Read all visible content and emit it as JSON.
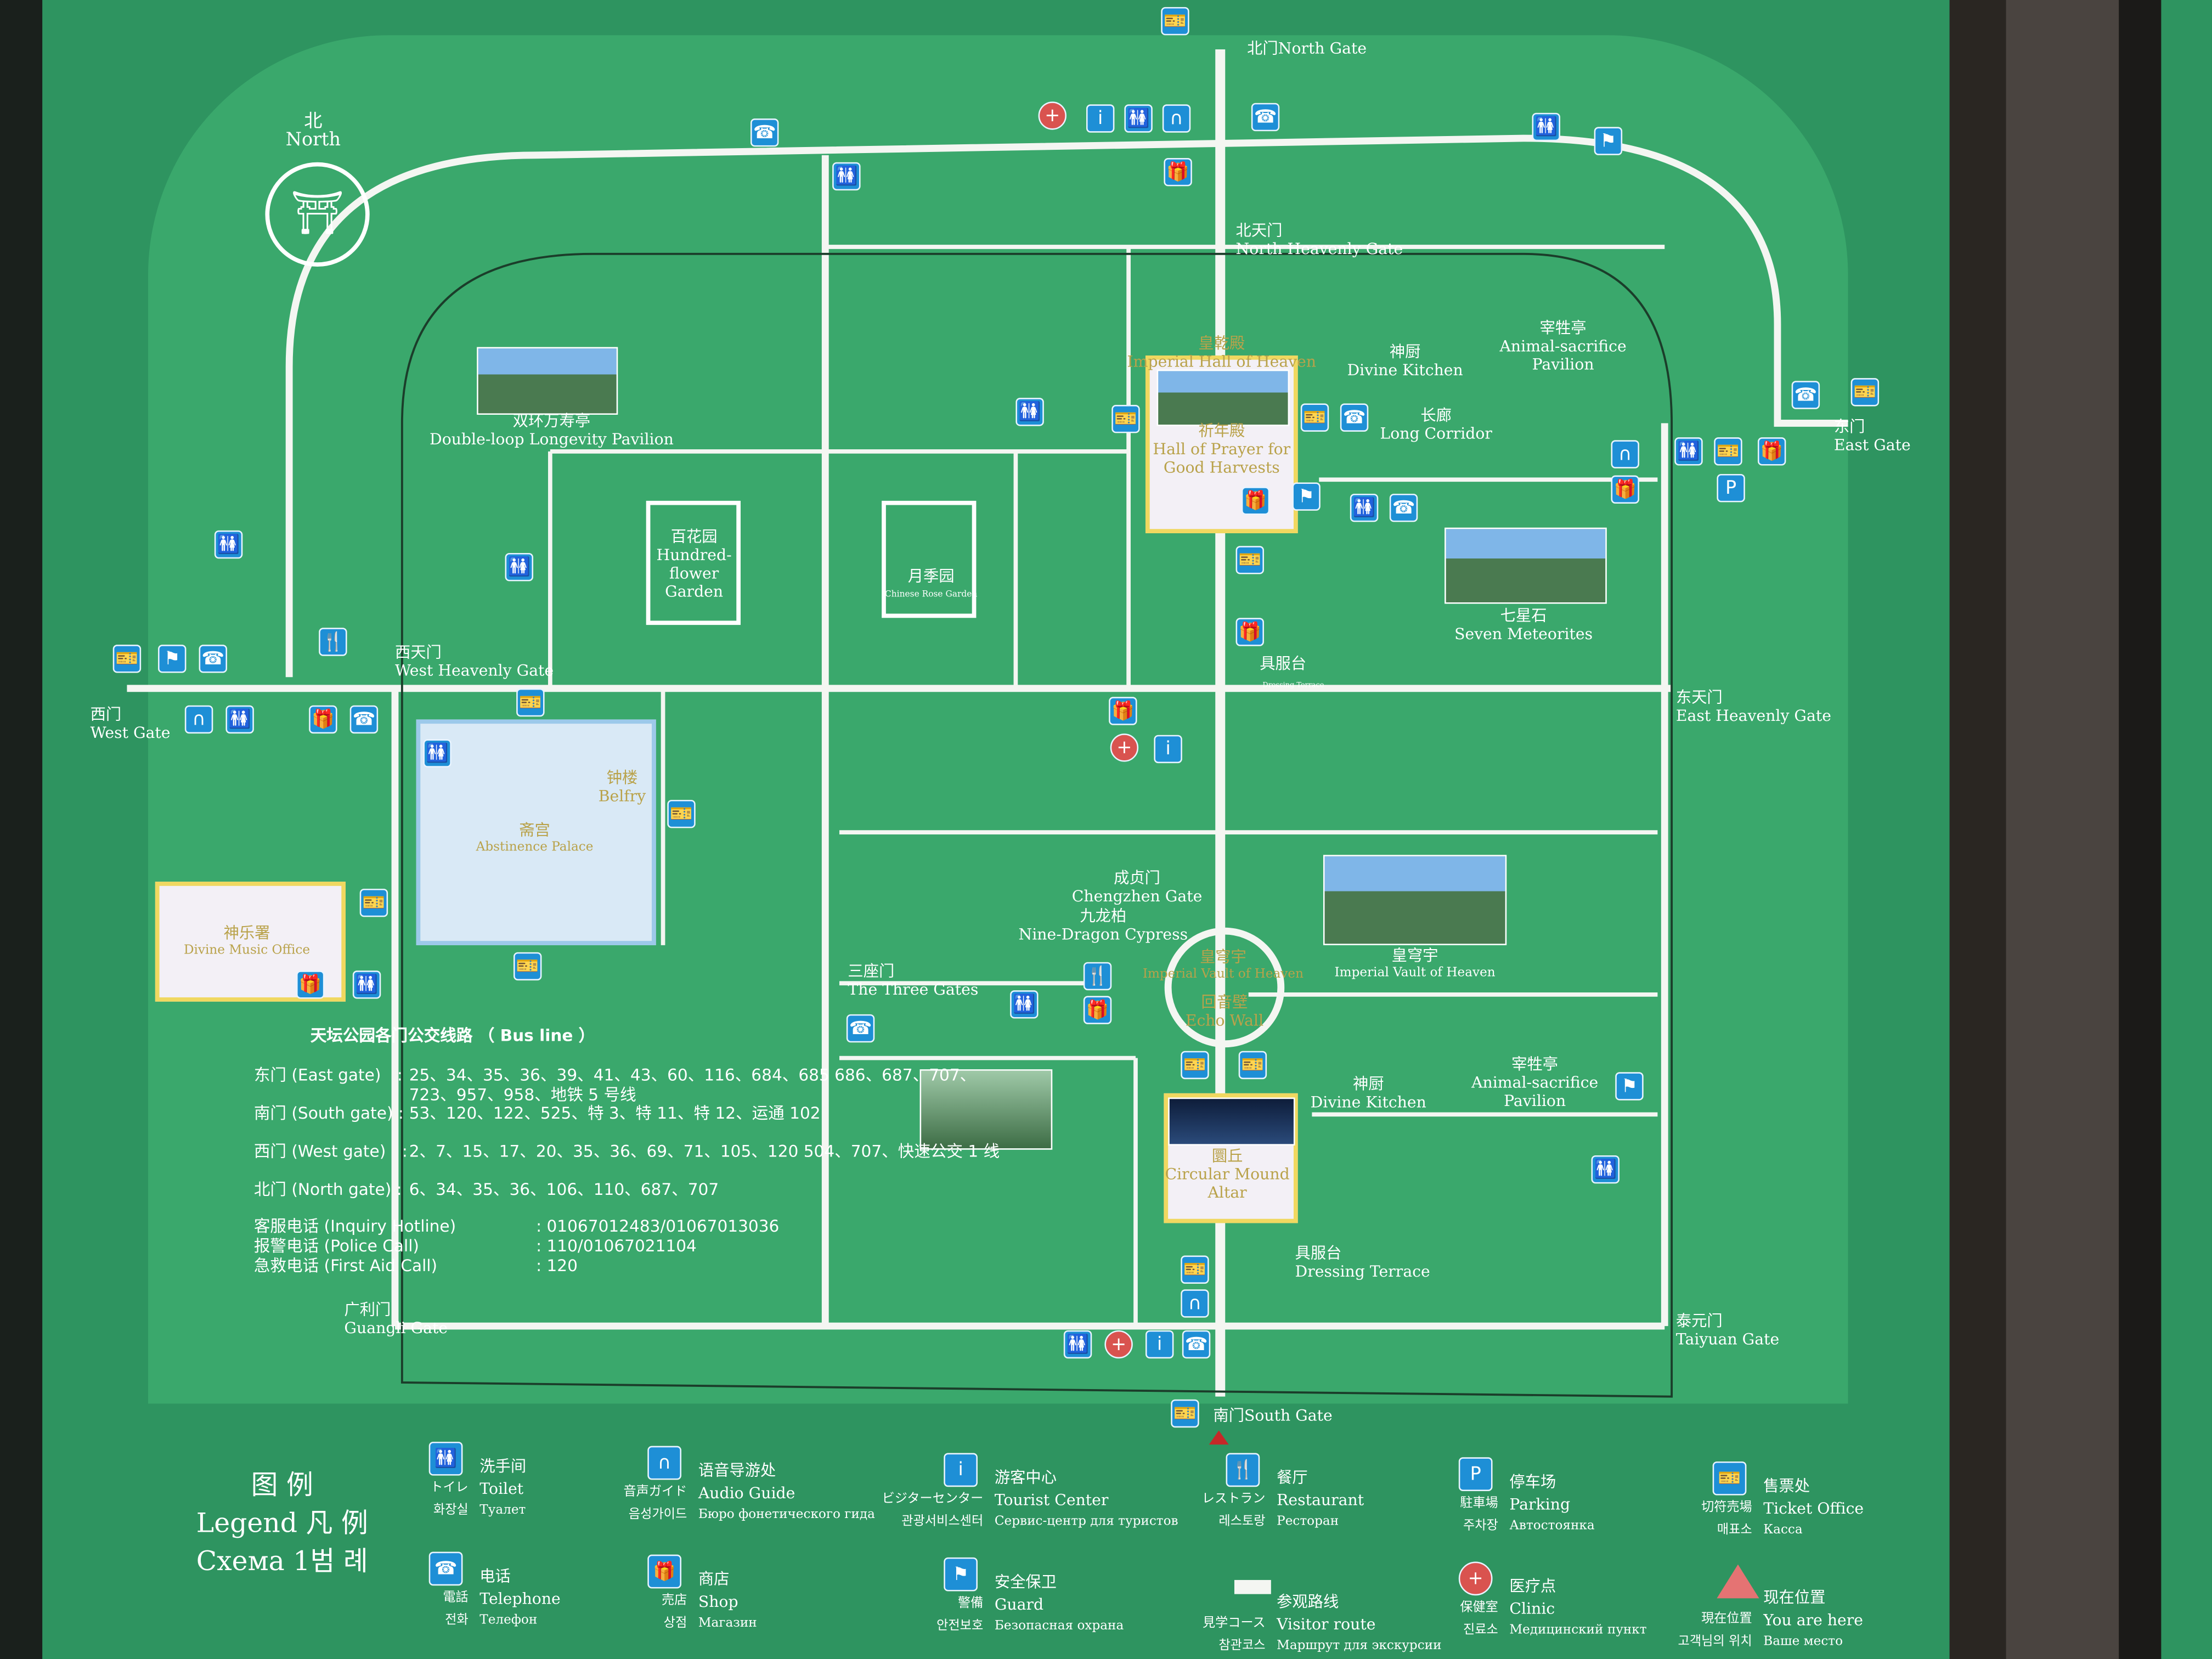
{
  "compass": {
    "cn": "北",
    "en": "North"
  },
  "gates": {
    "north": "北门North Gate",
    "north_heavenly_cn": "北天门",
    "north_heavenly_en": "North Heavenly Gate",
    "east_cn": "东门",
    "east_en": "East Gate",
    "east_heavenly_cn": "东天门",
    "east_heavenly_en": "East Heavenly Gate",
    "west_cn": "西门",
    "west_en": "West Gate",
    "west_heavenly_cn": "西天门",
    "west_heavenly_en": "West Heavenly Gate",
    "south": "南门South Gate",
    "taiyuan_cn": "泰元门",
    "taiyuan_en": "Taiyuan Gate",
    "guangli_cn": "广利门",
    "guangli_en": "Guangli Gate",
    "chengzhen_cn": "成贞门",
    "chengzhen_en": "Chengzhen Gate",
    "three_cn": "三座门",
    "three_en": "The Three Gates"
  },
  "sites": {
    "imperial_hall_cn": "皇乾殿",
    "imperial_hall_en": "Imperial Hall of Heaven",
    "prayer_cn": "祈年殿",
    "prayer_en1": "Hall of Prayer for",
    "prayer_en2": "Good Harvests",
    "divine_kitchen_cn": "神厨",
    "divine_kitchen_en": "Divine Kitchen",
    "animal_cn": "宰牲亭",
    "animal_en1": "Animal-sacrifice",
    "animal_en2": "Pavilion",
    "long_corridor_cn": "长廊",
    "long_corridor_en": "Long Corridor",
    "double_loop_cn": "双环万寿亭",
    "double_loop_en": "Double-loop Longevity Pavilion",
    "flower_cn": "百花园",
    "flower_en": "Hundred-flower Garden",
    "rose_cn": "月季园",
    "rose_en": "Chinese Rose Garden",
    "meteorites_cn": "七星石",
    "meteorites_en": "Seven Meteorites",
    "dressing_cn": "具服台",
    "dressing_en": "Dressing Terrace",
    "belfry_cn": "钟楼",
    "belfry_en": "Belfry",
    "abstinence_cn": "斋宫",
    "abstinence_en": "Abstinence Palace",
    "music_cn": "神乐署",
    "music_en": "Divine Music Office",
    "cypress_cn": "九龙柏",
    "cypress_en": "Nine-Dragon Cypress",
    "vault_cn": "皇穹宇",
    "vault_en": "Imperial Vault of Heaven",
    "echo_cn": "回音壁",
    "echo_en": "Echo Wall",
    "altar_cn": "圜丘",
    "altar_en1": "Circular Mound",
    "altar_en2": "Altar",
    "divine_kitchen2_cn": "神厨",
    "divine_kitchen2_en": "Divine Kitchen",
    "animal2_cn": "宰牲亭",
    "animal2_en1": "Animal-sacrifice",
    "animal2_en2": "Pavilion",
    "dressing2_cn": "具服台",
    "dressing2_en": "Dressing Terrace"
  },
  "bus": {
    "title": "天坛公园各门公交线路 （ Bus line ）",
    "rows": [
      {
        "gate": "东门 (East gate)　:",
        "lines": "25、34、35、36、39、41、43、60、116、684、685 686、687、707、723、957、958、地铁 5 号线"
      },
      {
        "gate": "南门 (South gate) :",
        "lines": "53、120、122、525、特 3、特 11、特 12、运通 102"
      },
      {
        "gate": "西门 (West gate)　:",
        "lines": "2、7、15、17、20、35、36、69、71、105、120 504、707、快速公交 1 线"
      },
      {
        "gate": "北门 (North gate) :",
        "lines": "6、34、35、36、106、110、687、707"
      }
    ],
    "phones": [
      {
        "label": "客服电话 (Inquiry Hotline)",
        "value": ": 01067012483/01067013036"
      },
      {
        "label": "报警电话 (Police Call)",
        "value": ": 110/01067021104"
      },
      {
        "label": "急救电话 (First Aid Call)",
        "value": ": 120"
      }
    ]
  },
  "legend": {
    "title_cn": "图 例",
    "title_en": "Legend  凡 例",
    "title_ru": "Схема 1범 례",
    "items": [
      {
        "icon": "toilet-icon",
        "glyph": "🚻",
        "cn": "洗手间",
        "jp": "トイレ",
        "en": "Toilet",
        "kr": "화장실",
        "ru": "Туалет"
      },
      {
        "icon": "audio-guide-icon",
        "glyph": "∩",
        "cn": "语音导游处",
        "jp": "音声ガイド",
        "en": "Audio Guide",
        "kr": "음성가이드",
        "ru": "Бюро фонетического гида"
      },
      {
        "icon": "info-icon",
        "glyph": "i",
        "cn": "游客中心",
        "jp": "ビジターセンター",
        "en": "Tourist Center",
        "kr": "관광서비스센터",
        "ru": "Сервис-центр для туристов"
      },
      {
        "icon": "restaurant-icon",
        "glyph": "🍴",
        "cn": "餐厅",
        "jp": "レストラン",
        "en": "Restaurant",
        "kr": "레스토랑",
        "ru": "Ресторан"
      },
      {
        "icon": "parking-icon",
        "glyph": "P",
        "cn": "停车场",
        "jp": "駐車場",
        "en": "Parking",
        "kr": "주차장",
        "ru": "Автостоянка"
      },
      {
        "icon": "ticket-icon",
        "glyph": "🎫",
        "cn": "售票处",
        "jp": "切符売場",
        "en": "Ticket Office",
        "kr": "매표소",
        "ru": "Касса"
      },
      {
        "icon": "telephone-icon",
        "glyph": "☎",
        "cn": "电话",
        "jp": "電話",
        "en": "Telephone",
        "kr": "전화",
        "ru": "Телефон"
      },
      {
        "icon": "shop-icon",
        "glyph": "🎁",
        "cn": "商店",
        "jp": "売店",
        "en": "Shop",
        "kr": "상점",
        "ru": "Магазин"
      },
      {
        "icon": "guard-icon",
        "glyph": "⚑",
        "cn": "安全保卫",
        "jp": "警備",
        "en": "Guard",
        "kr": "안전보호",
        "ru": "Безопасная охрана"
      },
      {
        "icon": "visitor-route-icon",
        "glyph": "",
        "cn": "参观路线",
        "jp": "見学コース",
        "en": "Visitor route",
        "kr": "참관코스",
        "ru": "Маршрут для экскурсии"
      },
      {
        "icon": "clinic-icon",
        "glyph": "+",
        "cn": "医疗点",
        "jp": "保健室",
        "en": "Clinic",
        "kr": "진료소",
        "ru": "Медицинский пункт"
      },
      {
        "icon": "you-are-here-icon",
        "glyph": "",
        "cn": "现在位置",
        "jp": "現在位置",
        "en": "You are here",
        "kr": "고객님의 위치",
        "ru": "Ваше место"
      }
    ]
  },
  "colors": {
    "sign": "#2e9460",
    "map": "#3aa86c",
    "route": "#f4f6f2",
    "icon": "#1e8fd6",
    "clinic": "#d9534f",
    "here": "#c62828"
  }
}
